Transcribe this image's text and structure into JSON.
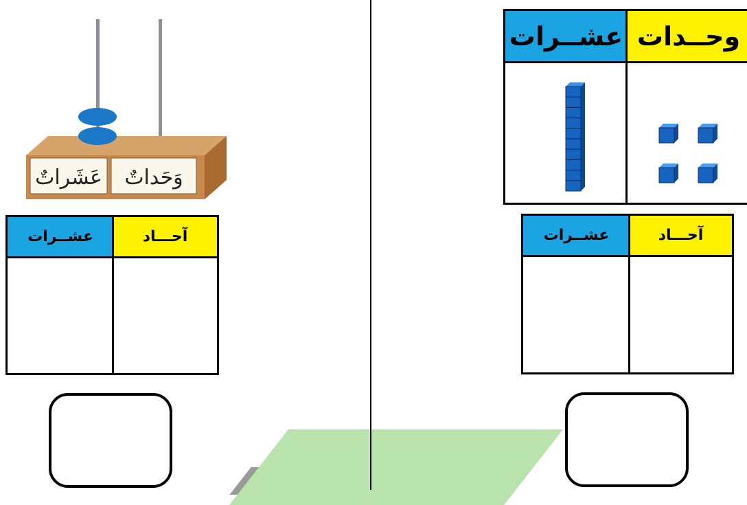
{
  "left_panel": {
    "abacus": {
      "tens_label": "عَشَراتٌ",
      "units_label": "وَحَداتٌ",
      "tens_beads": 2,
      "units_beads": 0
    },
    "table": {
      "tens_header": "عشــرات",
      "ones_header": "آحـــاد"
    }
  },
  "right_panel": {
    "blocks_table": {
      "tens_header": "عشــرات",
      "units_header": "وحــدات",
      "tens_rods": 1,
      "unit_cubes": 4
    },
    "table": {
      "tens_header": "عشــرات",
      "ones_header": "آحـــاد"
    }
  },
  "colors": {
    "tens": "#1aa5e2",
    "units": "#fff200",
    "block_blue": "#1565c0"
  }
}
